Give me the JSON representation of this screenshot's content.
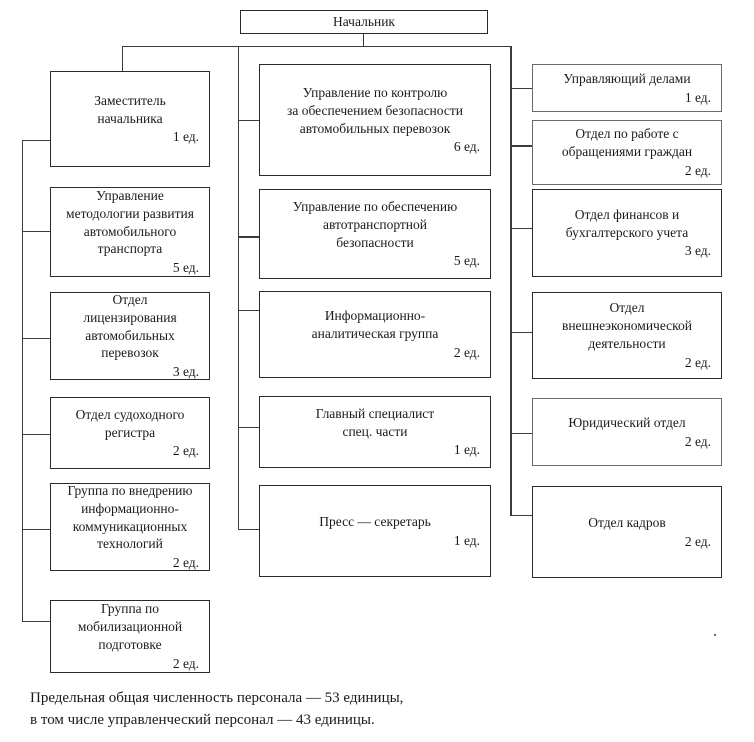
{
  "chart_title": "Начальник",
  "root": {
    "label": "Начальник"
  },
  "units_suffix": "ед.",
  "columns": {
    "left": {
      "name": "left-column",
      "nodes": [
        {
          "title": "Заместитель\nначальника",
          "count": "1 ед."
        },
        {
          "title": "Управление\nметодологии развития\nавтомобильного\nтранспорта",
          "count": "5 ед."
        },
        {
          "title": "Отдел\nлицензирования\nавтомобильных\nперевозок",
          "count": "3 ед."
        },
        {
          "title": "Отдел судоходного\nрегистра",
          "count": "2 ед."
        },
        {
          "title": "Группа по внедрению\nинформационно-\nкоммуникационных\nтехнологий",
          "count": "2 ед."
        },
        {
          "title": "Группа по\nмобилизационной\nподготовке",
          "count": "2 ед."
        }
      ]
    },
    "middle": {
      "name": "middle-column",
      "nodes": [
        {
          "title": "Управление по контролю\nза обеспечением безопасности\nавтомобильных перевозок",
          "count": "6 ед."
        },
        {
          "title": "Управление по обеспечению\nавтотранспортной\nбезопасности",
          "count": "5 ед."
        },
        {
          "title": "Информационно-\nаналитическая группа",
          "count": "2 ед."
        },
        {
          "title": "Главный специалист\nспец. части",
          "count": "1 ед."
        },
        {
          "title": "Пресс — секретарь",
          "count": "1 ед."
        }
      ]
    },
    "right": {
      "name": "right-column",
      "nodes": [
        {
          "title": "Управляющий делами",
          "count": "1 ед."
        },
        {
          "title": "Отдел по работе с\nобращениями граждан",
          "count": "2 ед."
        },
        {
          "title": "Отдел финансов и\nбухгалтерского учета",
          "count": "3 ед."
        },
        {
          "title": "Отдел\nвнешнеэкономической\nдеятельности",
          "count": "2 ед."
        },
        {
          "title": "Юридический отдел",
          "count": "2 ед."
        },
        {
          "title": "Отдел кадров",
          "count": "2 ед."
        }
      ]
    }
  },
  "footer": {
    "line1": "Предельная общая численность персонала — 53 единицы,",
    "line2": "в том числе управленческий персонал — 43 единицы.",
    "total_staff": 53,
    "management_staff": 43
  },
  "colors": {
    "box_border": "#6b6b6b",
    "box_border_dark": "#2a2a2a",
    "line": "#3c3c3c",
    "text": "#1a1a1a",
    "background": "#ffffff"
  }
}
